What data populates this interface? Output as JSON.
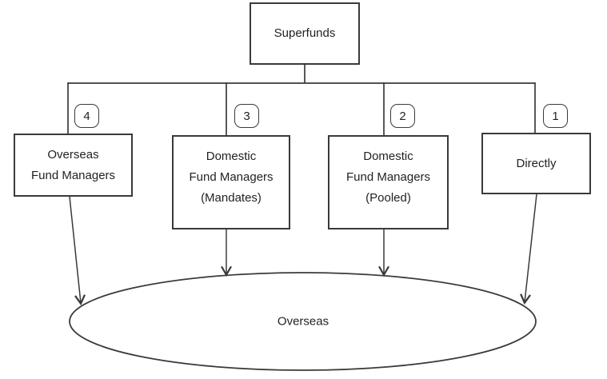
{
  "diagram": {
    "title_box": {
      "label": "Superfunds"
    },
    "channels": [
      {
        "number": "4",
        "label_lines": [
          "Overseas",
          "Fund Managers"
        ]
      },
      {
        "number": "3",
        "label_lines": [
          "Domestic",
          "Fund Managers",
          "(Mandates)"
        ]
      },
      {
        "number": "2",
        "label_lines": [
          "Domestic",
          "Fund Managers",
          "(Pooled)"
        ]
      },
      {
        "number": "1",
        "label_lines": [
          "Directly"
        ]
      }
    ],
    "destination": {
      "label": "Overseas"
    },
    "colors": {
      "line": "#3a3a3a",
      "text": "#231f20",
      "background": "#ffffff"
    }
  }
}
